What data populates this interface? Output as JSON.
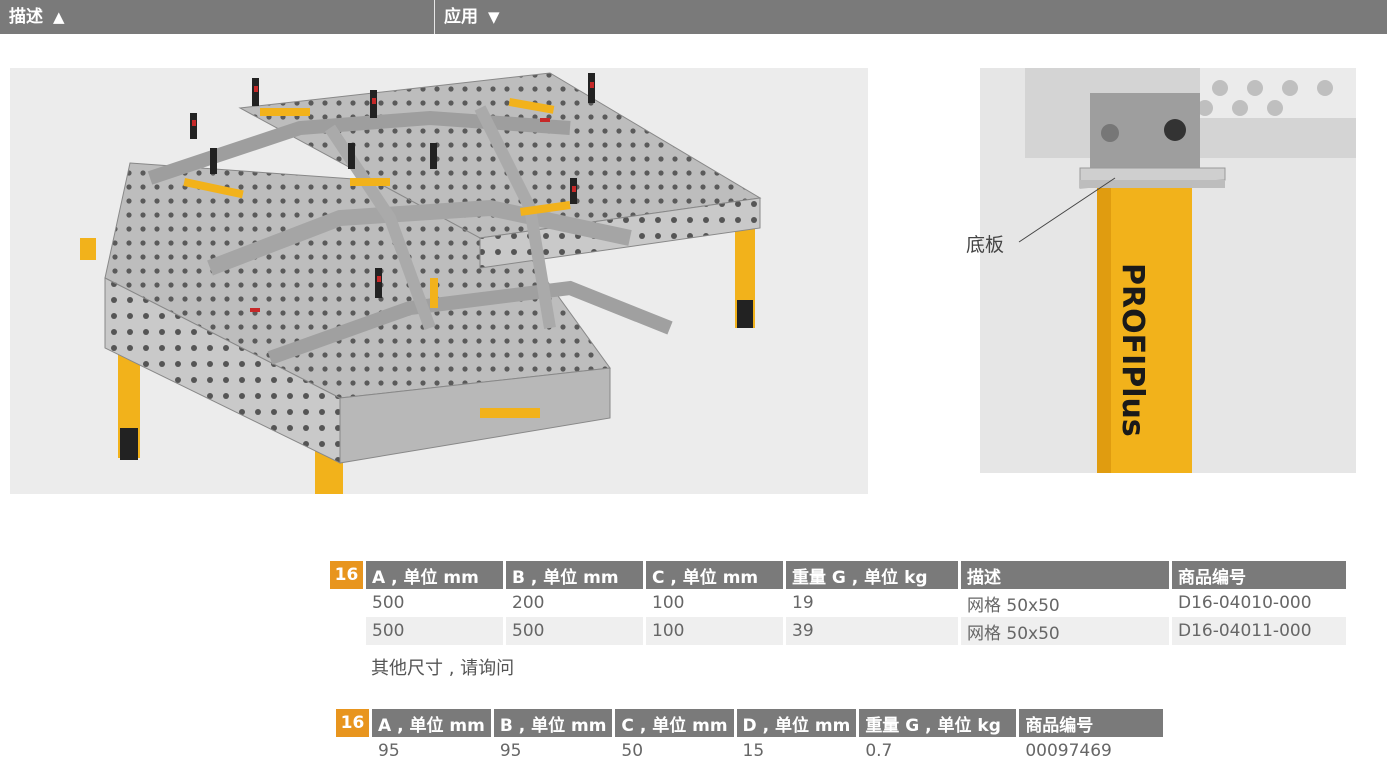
{
  "tabs": [
    {
      "label": "描述",
      "arrow": "▲"
    },
    {
      "label": "应用",
      "arrow": "▼"
    }
  ],
  "images": {
    "main_alt": "3D welding table with clamps and fixtures",
    "detail_label": "底板",
    "detail_brand_text": "PROFIPlus"
  },
  "colors": {
    "header_bar": "#7a7a7a",
    "badge": "#e8951e",
    "row_shade": "#efefef",
    "leg_yellow": "#f2b21b"
  },
  "table1": {
    "badge": "16",
    "headers": [
      "A , 单位 mm",
      "B , 单位 mm",
      "C , 单位 mm",
      "重量 G , 单位 kg",
      "描述",
      "商品编号"
    ],
    "rows": [
      [
        "500",
        "200",
        "100",
        "19",
        "网格 50x50",
        "D16-04010-000"
      ],
      [
        "500",
        "500",
        "100",
        "39",
        "网格 50x50",
        "D16-04011-000"
      ]
    ],
    "note": "其他尺寸 , 请询问"
  },
  "table2": {
    "badge": "16",
    "headers": [
      "A , 单位 mm",
      "B , 单位 mm",
      "C , 单位 mm",
      "D , 单位 mm",
      "重量 G , 单位 kg",
      "商品编号"
    ],
    "rows": [
      [
        "95",
        "95",
        "50",
        "15",
        "0.7",
        "00097469"
      ]
    ]
  }
}
